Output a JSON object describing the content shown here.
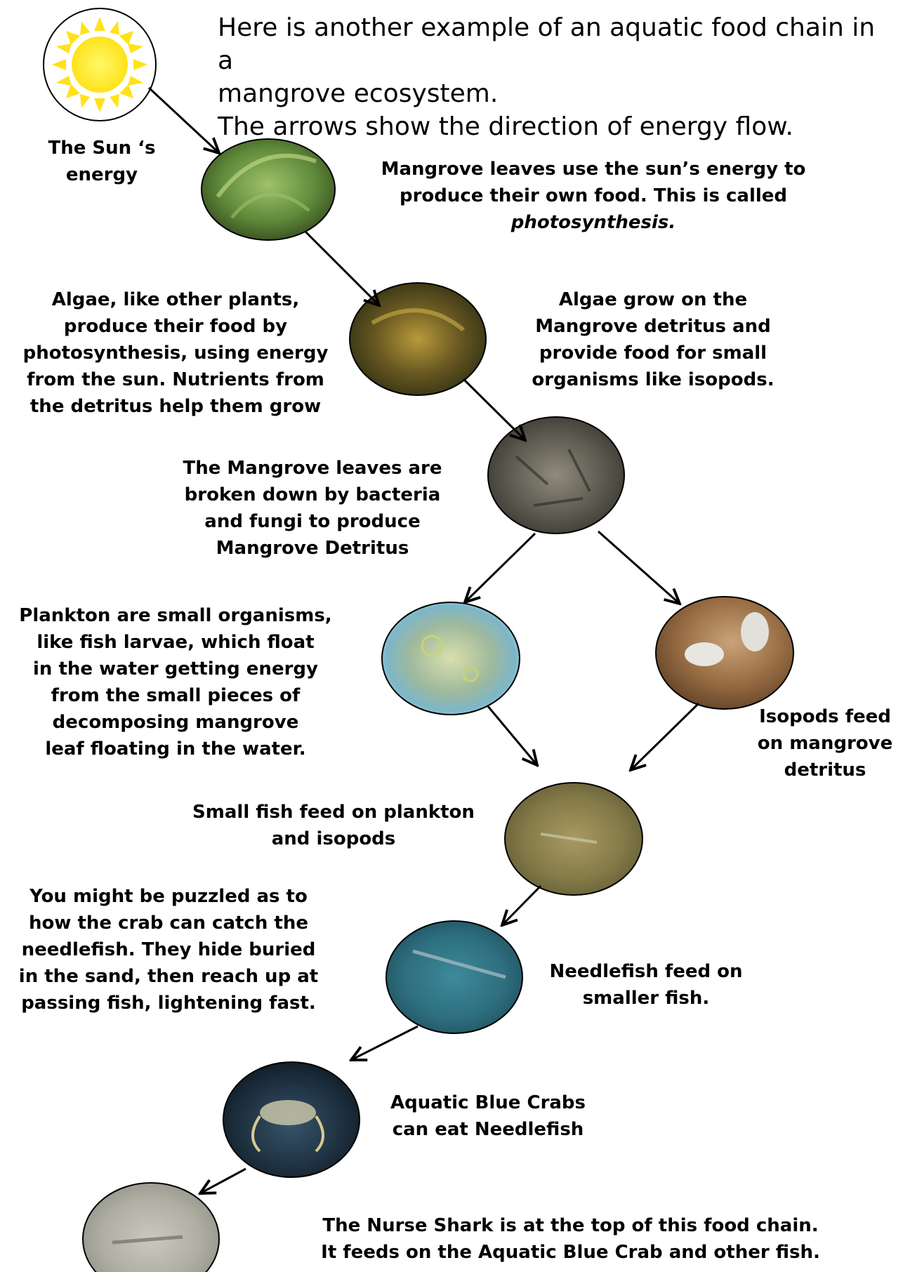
{
  "intro": {
    "line1": "Here is another example of an aquatic food chain in a",
    "line2": "mangrove ecosystem.",
    "line3": "The arrows show the direction of energy flow."
  },
  "labels": {
    "sun": {
      "l1": "The Sun ‘s",
      "l2": "energy"
    },
    "mangrove_leaves": {
      "l1": "Mangrove leaves use the sun’s energy to",
      "l2": "produce their own food. This is called",
      "l3": "photosynthesis."
    },
    "algae_left": {
      "l1": "Algae, like other plants,",
      "l2": "produce their food by",
      "l3": "photosynthesis, using energy",
      "l4": "from the sun. Nutrients from",
      "l5": "the detritus help them grow"
    },
    "algae_right": {
      "l1": "Algae grow on the",
      "l2": "Mangrove detritus and",
      "l3": "provide food for small",
      "l4": "organisms like isopods."
    },
    "detritus": {
      "l1": "The Mangrove leaves are",
      "l2": "broken down by bacteria",
      "l3": "and fungi to produce",
      "l4": "Mangrove Detritus"
    },
    "plankton": {
      "l1": "Plankton are small organisms,",
      "l2": "like fish larvae, which float",
      "l3": "in the water getting energy",
      "l4": "from the small pieces of",
      "l5": "decomposing mangrove",
      "l6": "leaf floating in the water."
    },
    "isopods": {
      "l1": "Isopods feed",
      "l2": "on mangrove",
      "l3": "detritus"
    },
    "small_fish": {
      "l1": "Small fish feed on plankton",
      "l2": "and isopods"
    },
    "crab_note": {
      "l1": "You might be puzzled as to",
      "l2": "how the crab can catch the",
      "l3": "needlefish.  They hide buried",
      "l4": "in the sand, then reach up at",
      "l5": "passing fish, lightening fast."
    },
    "needlefish": {
      "l1": "Needlefish feed on",
      "l2": "smaller fish."
    },
    "crab": {
      "l1": "Aquatic Blue Crabs",
      "l2": "can eat Needlefish"
    },
    "shark": {
      "l1": "The Nurse Shark is at the top of this food chain.",
      "l2": "It feeds on the Aquatic Blue Crab and other fish."
    }
  }
}
